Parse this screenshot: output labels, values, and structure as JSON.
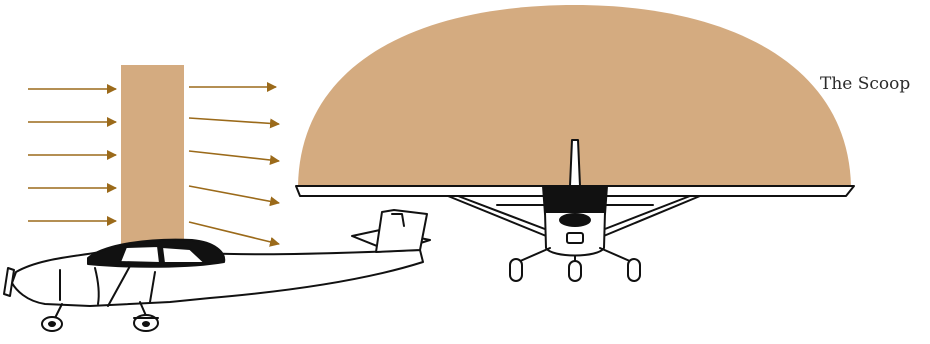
{
  "caption": "The Scoop",
  "colors": {
    "airflow_column": "#d4ab80",
    "scoop": "#d4ab80",
    "arrow": "#9b6a1a",
    "outline": "#111111",
    "fill": "#ffffff"
  },
  "airflow": {
    "incoming_arrows": 5,
    "outgoing_arrows": 5,
    "outgoing_deflected_downward": true
  }
}
